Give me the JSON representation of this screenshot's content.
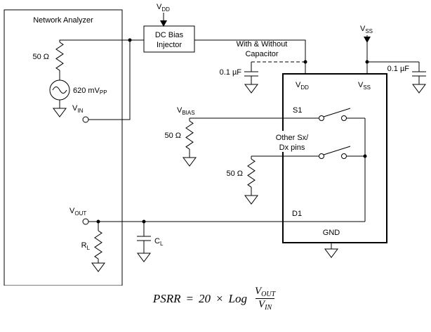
{
  "na": {
    "title": "Network Analyzer",
    "r_source": "50 Ω",
    "src": "620 mV",
    "src_sub": "PP",
    "vin": "V",
    "vin_sub": "IN",
    "vout": "V",
    "vout_sub": "OUT",
    "rl": "R",
    "rl_sub": "L"
  },
  "supply": {
    "vdd": "V",
    "vdd_sub": "DD",
    "vss": "V",
    "vss_sub": "SS"
  },
  "injector": {
    "line1": "DC Bias",
    "line2": "Injector"
  },
  "note": {
    "line1": "With & Without",
    "line2": "Capacitor"
  },
  "caps": {
    "left": "0.1 µF",
    "right": "0.1 µF",
    "cl": "C",
    "cl_sub": "L"
  },
  "bias": {
    "vbias": "V",
    "vbias_sub": "BIAS",
    "r1": "50 Ω",
    "r2": "50 Ω"
  },
  "dut": {
    "pin_vdd": "V",
    "pin_vdd_sub": "DD",
    "pin_vss": "V",
    "pin_vss_sub": "SS",
    "s1": "S1",
    "other1": "Other Sx/",
    "other2": "Dx pins",
    "d1": "D1",
    "gnd": "GND"
  },
  "formula": {
    "lhs": "PSRR",
    "eq": "=",
    "coeff": "20",
    "times": "×",
    "log": "Log",
    "num": "V",
    "num_sub": "OUT",
    "den": "V",
    "den_sub": "IN"
  }
}
